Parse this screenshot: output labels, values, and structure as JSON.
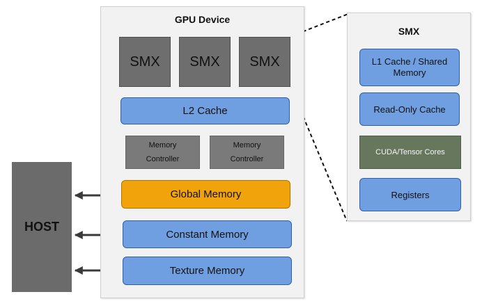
{
  "gpu": {
    "title": "GPU Device",
    "smx_units": [
      "SMX",
      "SMX",
      "SMX"
    ],
    "l2_cache": "L2 Cache",
    "memory_controllers": [
      {
        "line1": "Memory",
        "line2": "Controller"
      },
      {
        "line1": "Memory",
        "line2": "Controller"
      }
    ],
    "global_memory": "Global Memory",
    "constant_memory": "Constant Memory",
    "texture_memory": "Texture Memory"
  },
  "host": {
    "label": "HOST"
  },
  "smx_detail": {
    "title": "SMX",
    "l1_line1": "L1 Cache / Shared",
    "l1_line2": "Memory",
    "readonly_cache": "Read-Only Cache",
    "cores": "CUDA/Tensor Cores",
    "registers": "Registers"
  },
  "colors": {
    "blue_fill": "#6f9fe0",
    "orange_fill": "#f0a30a",
    "gray_fill": "#6e6e6e",
    "green_fill": "#66775e"
  }
}
